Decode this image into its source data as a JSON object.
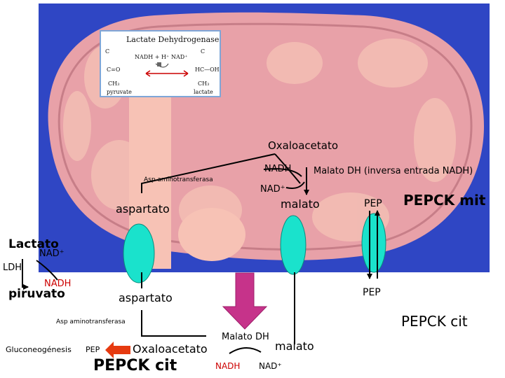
{
  "inset": {
    "title": "Lactate Dehydrogenase",
    "nadh": "NADH + H⁺",
    "nad": "NAD⁺",
    "pyruvate": "pyruvate",
    "lactate": "lactate",
    "ch3_left": "CH₃",
    "ch3_right": "CH₃",
    "co_left": "C=O",
    "hcoh_right": "HC—OH",
    "coo_left": "C",
    "coo_right": "C"
  },
  "mito": {
    "oxaloacetato": "Oxaloacetato",
    "nadh": "NADH",
    "nad_plus": "NAD⁺",
    "malato_dh": "Malato DH (inversa entrada NADH)",
    "asp_aminotransferasa": "Asp aminotransferasa",
    "aspartato": "aspartato",
    "malato": "malato",
    "pep": "PEP",
    "pepck_mit": "PEPCK mit"
  },
  "cytosol": {
    "lactato": "Lactato",
    "nad_plus": "NAD⁺",
    "ldh": "LDH",
    "nadh": "NADH",
    "piruvato": "piruvato",
    "aspartato": "aspartato",
    "pep": "PEP",
    "pepck_cit_right": "PEPCK cit",
    "asp_aminotransferasa": "Asp aminotransferasa",
    "malato_dh": "Malato DH",
    "malato": "malato",
    "gluconeogenesis": "Gluconeogénesis",
    "pep_bottom": "PEP",
    "oxaloacetato": "Oxaloacetato",
    "pepck_cit_bottom": "PEPCK cit",
    "nadh_bottom": "NADH",
    "nad_bottom": "NAD⁺"
  },
  "colors": {
    "background_blue": "#2f46c4",
    "mitochondrion_pink": "#e8a1a8",
    "matrix_light": "#f5c3b6",
    "transporter_cyan": "#1ae2cc",
    "arrow_magenta": "#c6338a",
    "arrow_red_orange": "#e63a10"
  }
}
